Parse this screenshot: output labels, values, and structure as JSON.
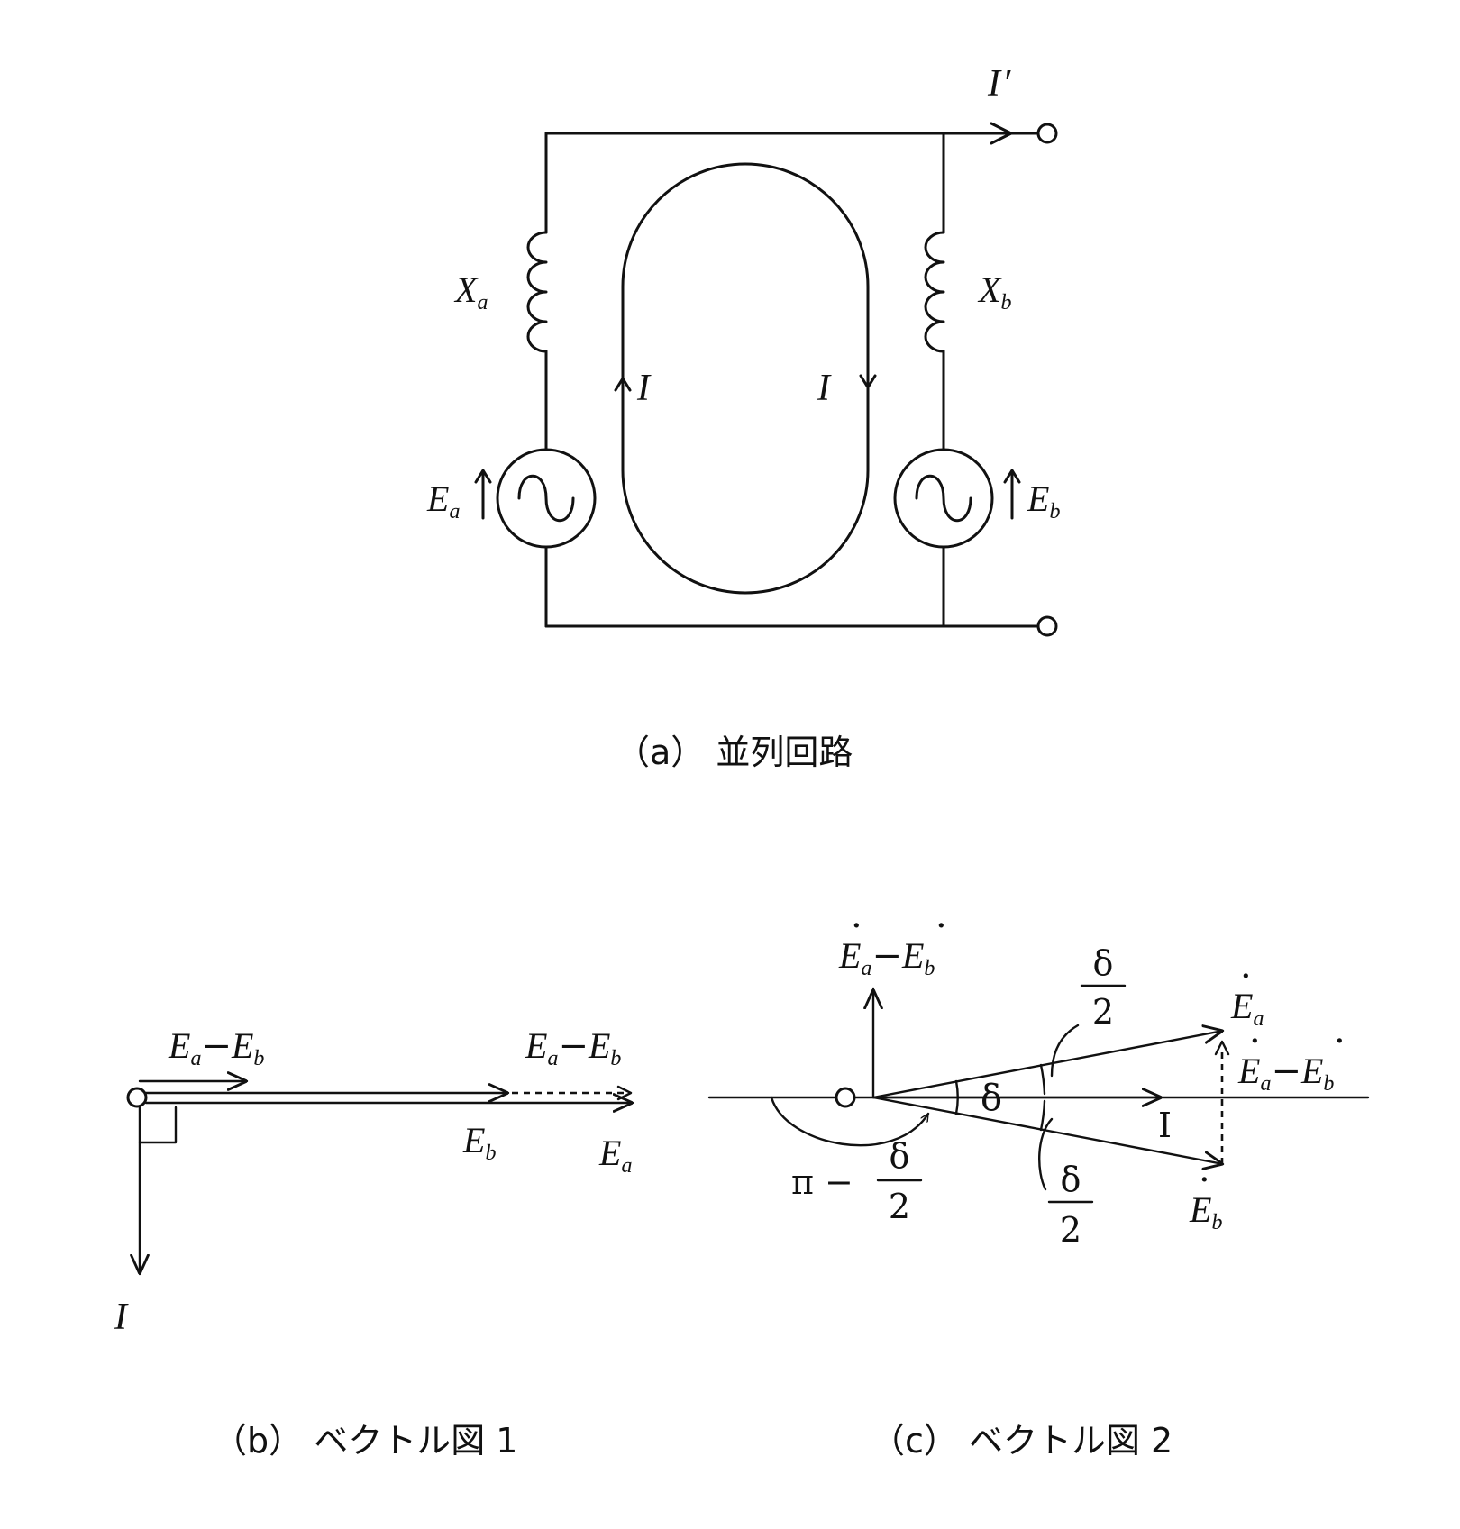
{
  "circuit": {
    "caption": "（a） 並列回路",
    "current_out": {
      "base": "I",
      "prime": "′"
    },
    "reactance_a": {
      "base": "X",
      "sub": "a"
    },
    "reactance_b": {
      "base": "X",
      "sub": "b"
    },
    "emf_a": {
      "base": "E",
      "sub": "a"
    },
    "emf_b": {
      "base": "E",
      "sub": "b"
    },
    "loop_current_left": "I",
    "loop_current_right": "I"
  },
  "vector1": {
    "caption": "（b） ベクトル図 1",
    "diff_left": {
      "a": "E",
      "a_sub": "a",
      "op": "−",
      "b": "E",
      "b_sub": "b"
    },
    "diff_right": {
      "a": "E",
      "a_sub": "a",
      "op": "−",
      "b": "E",
      "b_sub": "b"
    },
    "eb": {
      "base": "E",
      "sub": "b"
    },
    "ea": {
      "base": "E",
      "sub": "a"
    },
    "current": "I"
  },
  "vector2": {
    "caption": "（c） ベクトル図 2",
    "diff_top": {
      "a": "E",
      "a_sub": "a",
      "op": "−",
      "b": "E",
      "b_sub": "b"
    },
    "diff_right": {
      "a": "E",
      "a_sub": "a",
      "op": "−",
      "b": "E",
      "b_sub": "b"
    },
    "ea": {
      "base": "E",
      "sub": "a"
    },
    "eb": {
      "base": "E",
      "sub": "b"
    },
    "dot": "·",
    "delta": "δ",
    "half_num": "δ",
    "half_den": "2",
    "pi_minus": "π −",
    "current": "I"
  }
}
